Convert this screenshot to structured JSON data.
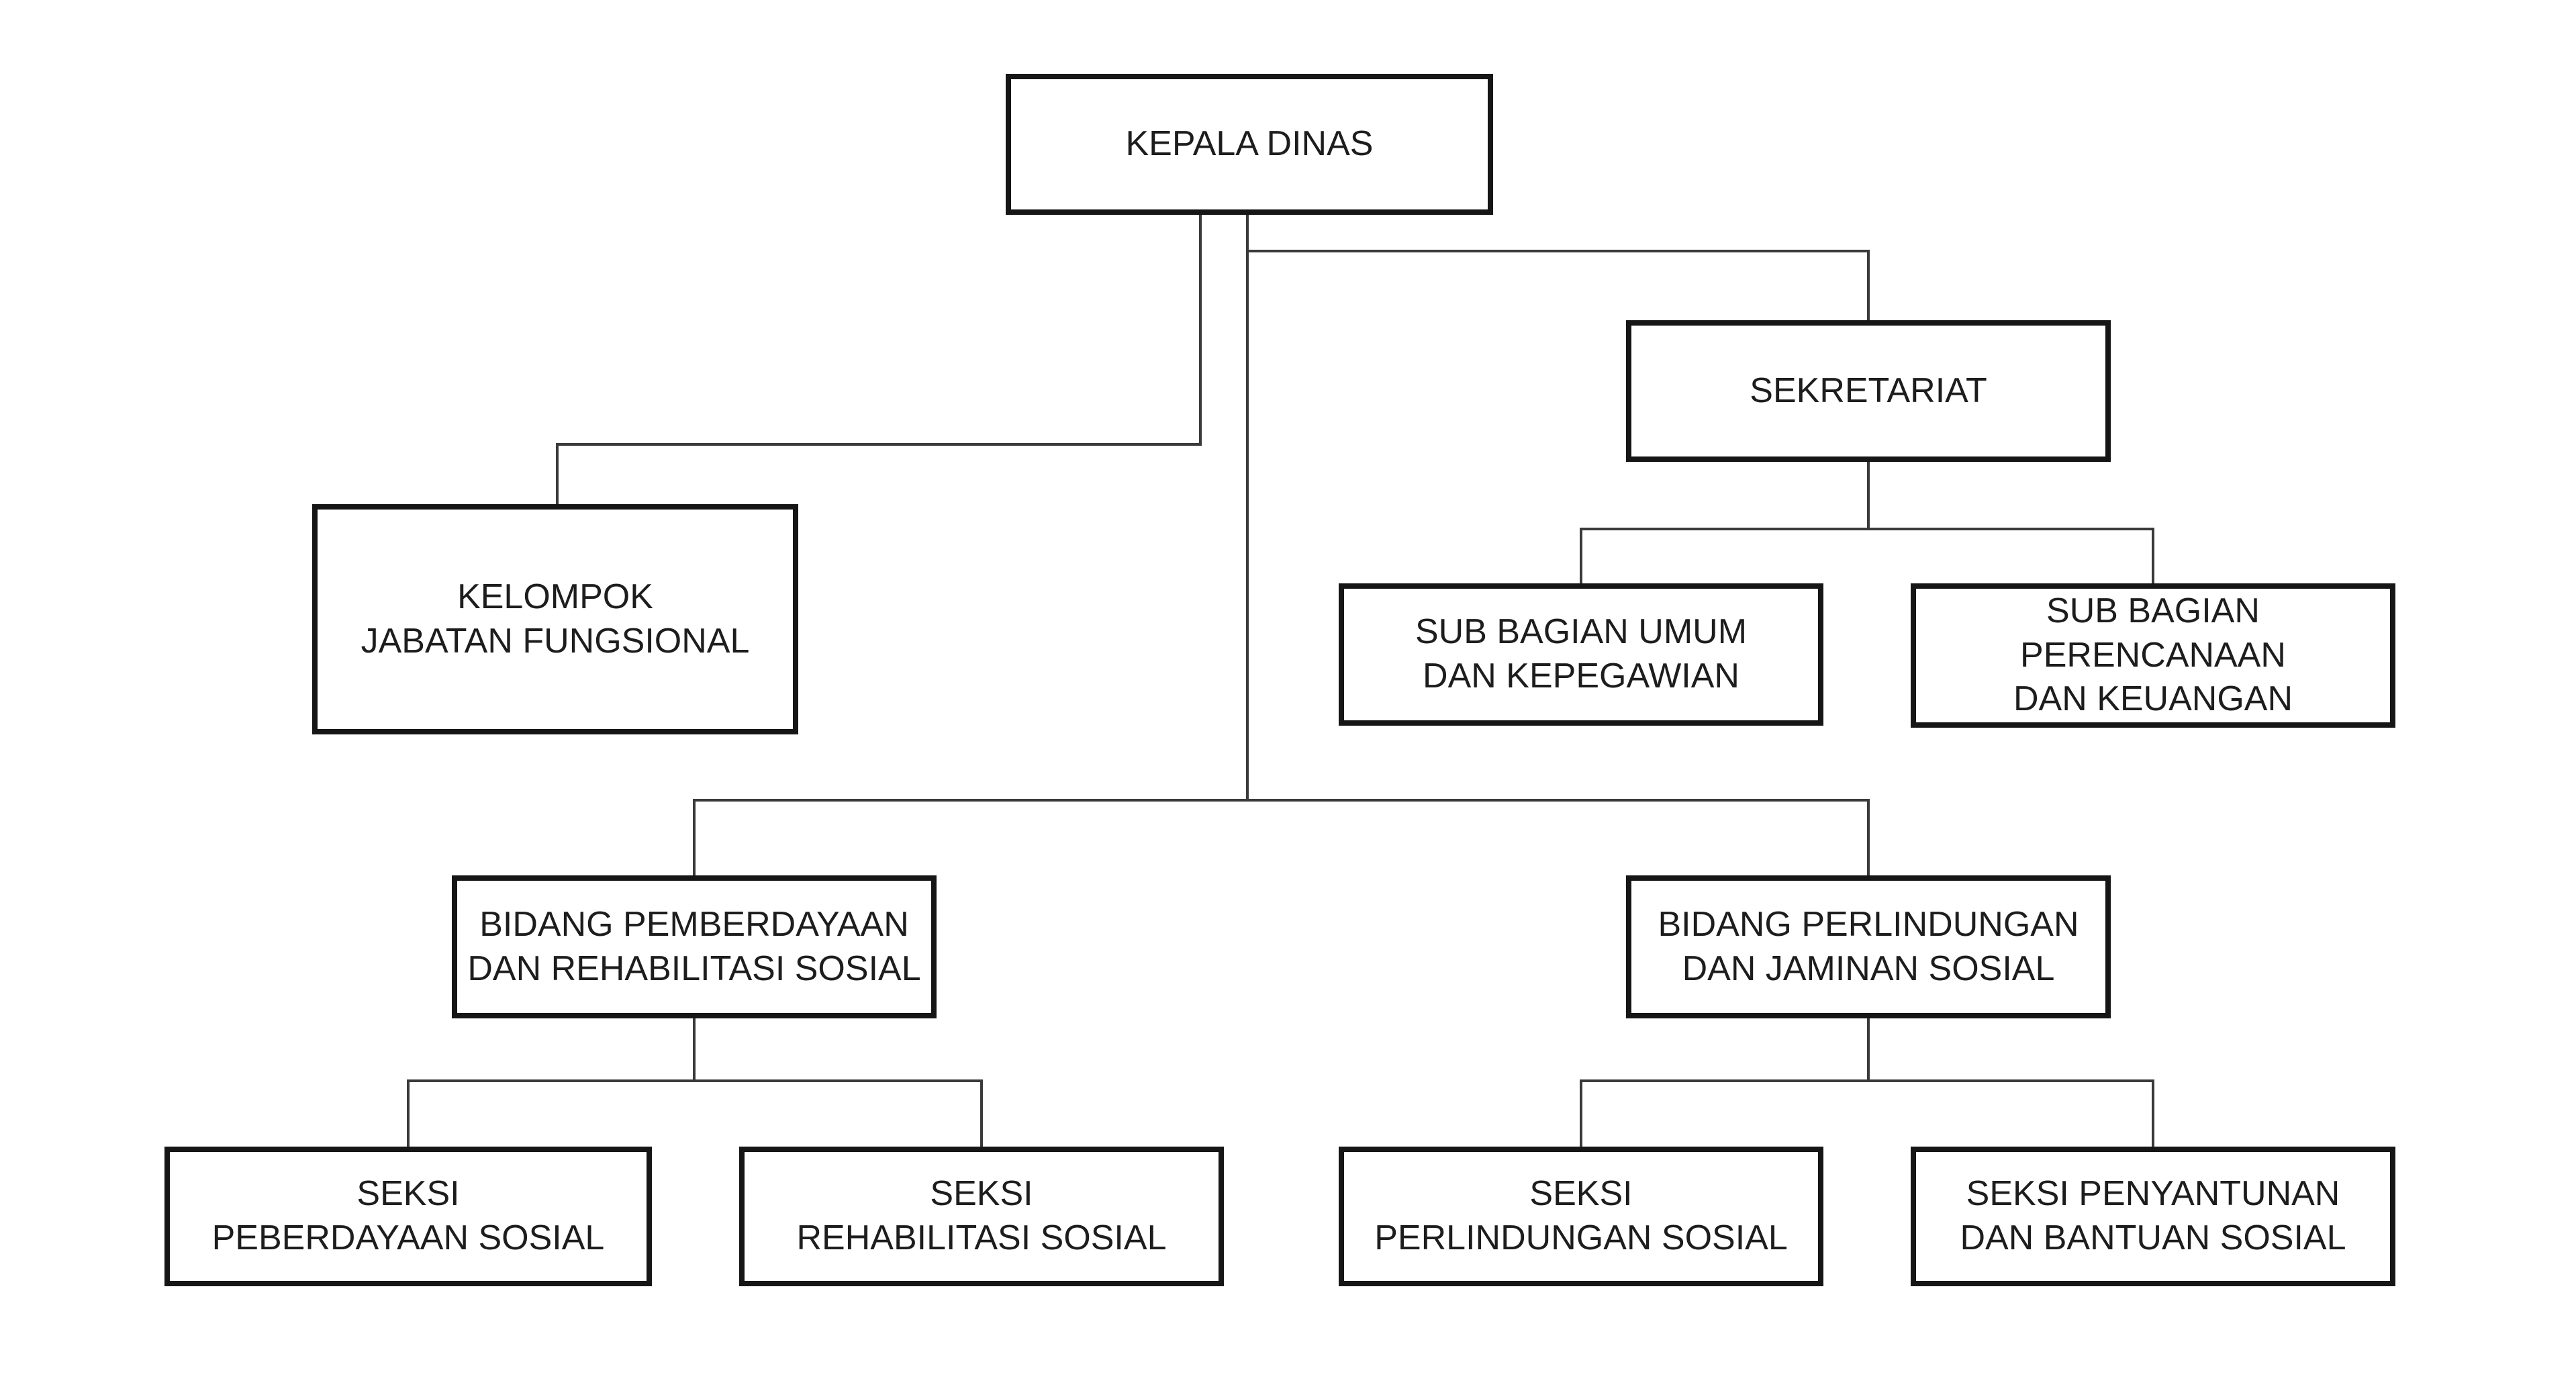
{
  "diagram": {
    "type": "org-chart",
    "background_color": "#ffffff",
    "box_border_color": "#161616",
    "text_color": "#1d1d1d",
    "connector_color": "#3a3a3a",
    "nodes": {
      "kepala_dinas": {
        "label": "KEPALA DINAS"
      },
      "kelompok_jabatan_fungsional": {
        "label": "KELOMPOK\nJABATAN FUNGSIONAL"
      },
      "sekretariat": {
        "label": "SEKRETARIAT"
      },
      "sub_bagian_umum": {
        "label": "SUB BAGIAN UMUM\nDAN KEPEGAWIAN"
      },
      "sub_bagian_perencanaan": {
        "label": "SUB BAGIAN\nPERENCANAAN\nDAN KEUANGAN"
      },
      "bidang_pemberdayaan": {
        "label": "BIDANG PEMBERDAYAAN\nDAN REHABILITASI SOSIAL"
      },
      "bidang_perlindungan": {
        "label": "BIDANG PERLINDUNGAN\nDAN JAMINAN SOSIAL"
      },
      "seksi_peberdayaan": {
        "label": "SEKSI\nPEBERDAYAAN SOSIAL"
      },
      "seksi_rehabilitasi": {
        "label": "SEKSI\nREHABILITASI SOSIAL"
      },
      "seksi_perlindungan": {
        "label": "SEKSI\nPERLINDUNGAN SOSIAL"
      },
      "seksi_penyantunan": {
        "label": "SEKSI PENYANTUNAN\nDAN BANTUAN SOSIAL"
      }
    },
    "edges": [
      {
        "parent": "KEPALA DINAS",
        "child": "KELOMPOK JABATAN FUNGSIONAL"
      },
      {
        "parent": "KEPALA DINAS",
        "child": "SEKRETARIAT"
      },
      {
        "parent": "KEPALA DINAS",
        "child": "BIDANG PEMBERDAYAAN DAN REHABILITASI SOSIAL"
      },
      {
        "parent": "KEPALA DINAS",
        "child": "BIDANG PERLINDUNGAN DAN JAMINAN SOSIAL"
      },
      {
        "parent": "SEKRETARIAT",
        "child": "SUB BAGIAN UMUM DAN KEPEGAWIAN"
      },
      {
        "parent": "SEKRETARIAT",
        "child": "SUB BAGIAN PERENCANAAN DAN KEUANGAN"
      },
      {
        "parent": "BIDANG PEMBERDAYAAN DAN REHABILITASI SOSIAL",
        "child": "SEKSI PEBERDAYAAN SOSIAL"
      },
      {
        "parent": "BIDANG PEMBERDAYAAN DAN REHABILITASI SOSIAL",
        "child": "SEKSI REHABILITASI SOSIAL"
      },
      {
        "parent": "BIDANG PERLINDUNGAN DAN JAMINAN SOSIAL",
        "child": "SEKSI PERLINDUNGAN SOSIAL"
      },
      {
        "parent": "BIDANG PERLINDUNGAN DAN JAMINAN SOSIAL",
        "child": "SEKSI PENYANTUNAN DAN BANTUAN SOSIAL"
      }
    ]
  }
}
